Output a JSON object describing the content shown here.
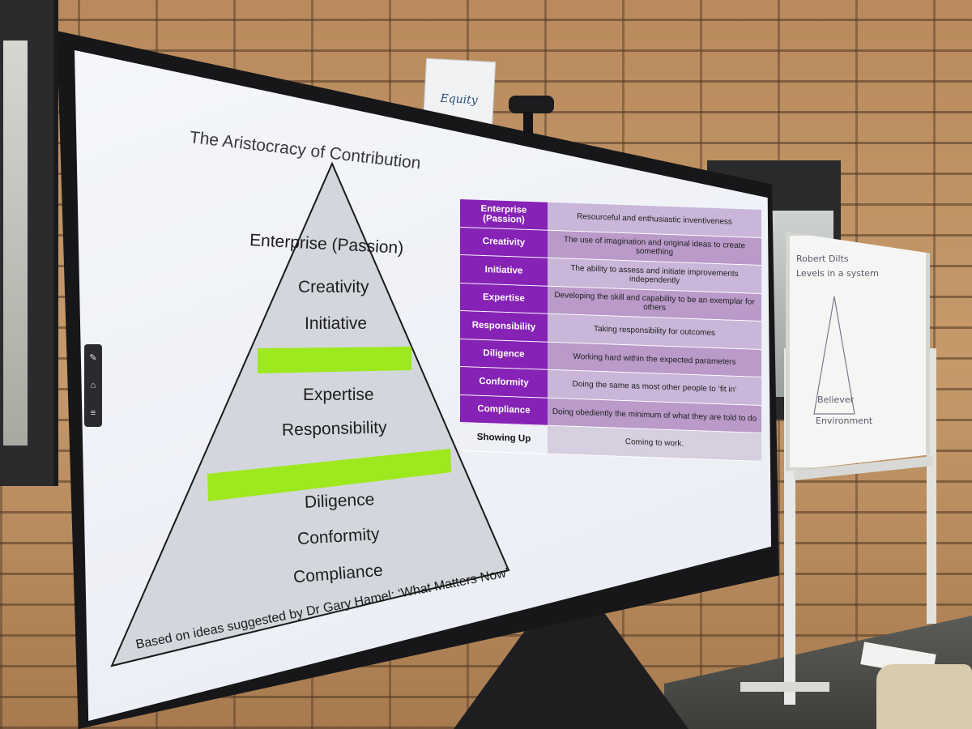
{
  "room": {
    "equity_card": "Equity",
    "whiteboard_lines": [
      "Robert Dilts",
      "Levels in a system",
      "Believer",
      "Environment"
    ]
  },
  "slide": {
    "title": "The Aristocracy of Contribution",
    "footnote": "Based on ideas suggested by Dr Gary Hamel: ‘What Matters Now’",
    "pyramid_levels": [
      "Enterprise (Passion)",
      "Creativity",
      "Initiative",
      "Expertise",
      "Responsibility",
      "Diligence",
      "Conformity",
      "Compliance"
    ],
    "divider_color": "#9ee81e",
    "table_accent": "#8622b6",
    "table": [
      {
        "level": "Enterprise (Passion)",
        "description": "Resourceful and enthusiastic inventiveness"
      },
      {
        "level": "Creativity",
        "description": "The use of imagination and original ideas to create something"
      },
      {
        "level": "Initiative",
        "description": "The ability to assess and initiate improvements independently"
      },
      {
        "level": "Expertise",
        "description": "Developing the skill and capability to be an exemplar for others"
      },
      {
        "level": "Responsibility",
        "description": "Taking responsibility for outcomes"
      },
      {
        "level": "Diligence",
        "description": "Working hard within the expected parameters"
      },
      {
        "level": "Conformity",
        "description": "Doing the same as most other people to ‘fit in’"
      },
      {
        "level": "Compliance",
        "description": "Doing obediently the minimum of what they are told to do"
      },
      {
        "level": "Showing Up",
        "description": "Coming to work."
      }
    ]
  },
  "toolbar": {
    "icons": [
      "pen-icon",
      "home-icon",
      "menu-icon"
    ]
  }
}
